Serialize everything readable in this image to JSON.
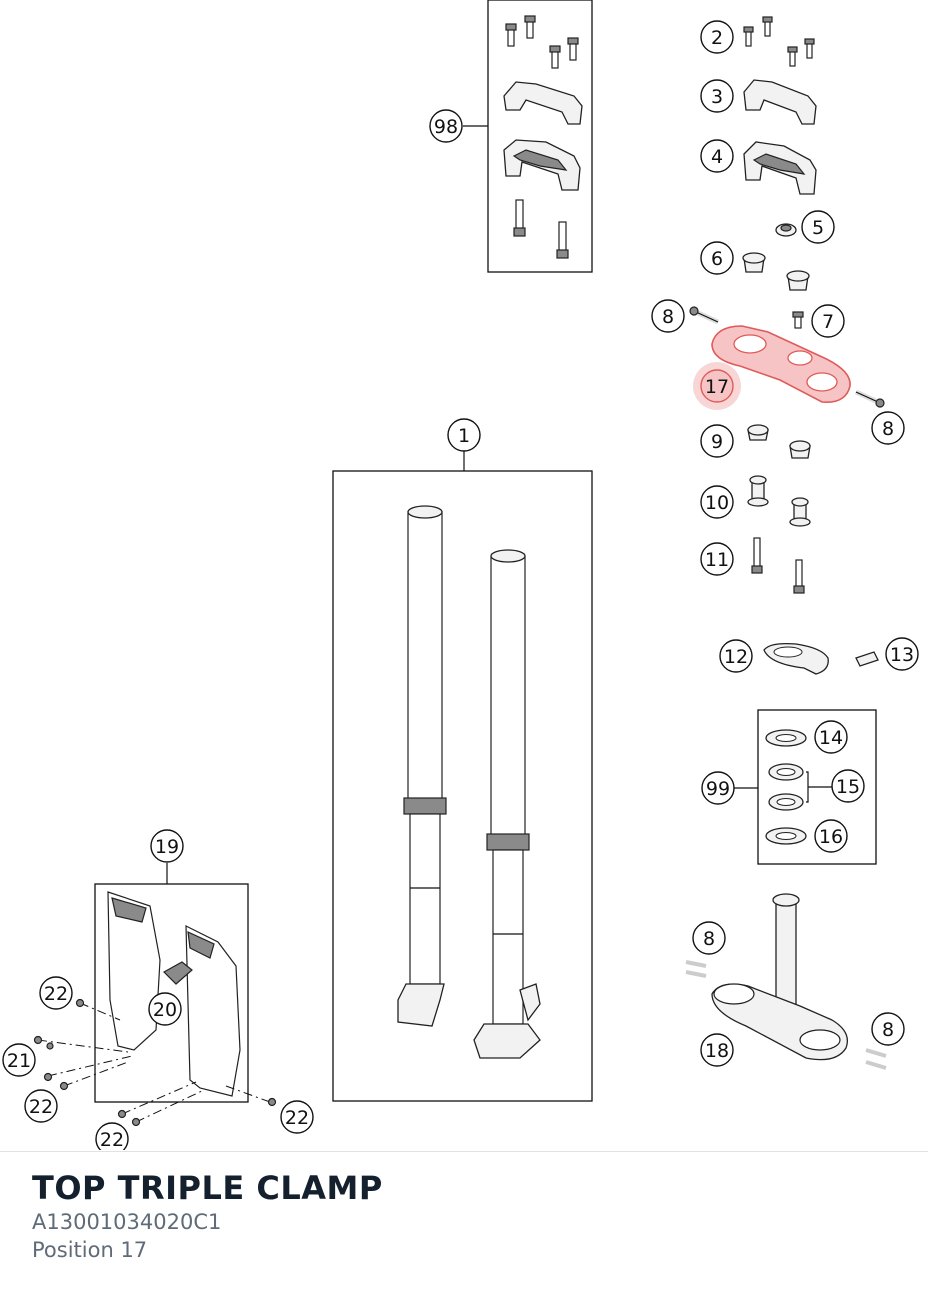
{
  "diagram": {
    "callouts": [
      "1",
      "2",
      "3",
      "4",
      "5",
      "6",
      "7",
      "8",
      "8",
      "9",
      "10",
      "11",
      "12",
      "13",
      "14",
      "15",
      "16",
      "17",
      "8",
      "18",
      "8",
      "19",
      "20",
      "21",
      "22",
      "22",
      "22",
      "22",
      "98",
      "99"
    ],
    "highlight_color": "#e05a5a"
  },
  "caption": {
    "title": "TOP TRIPLE CLAMP",
    "code": "A13001034020C1",
    "position": "Position 17"
  }
}
